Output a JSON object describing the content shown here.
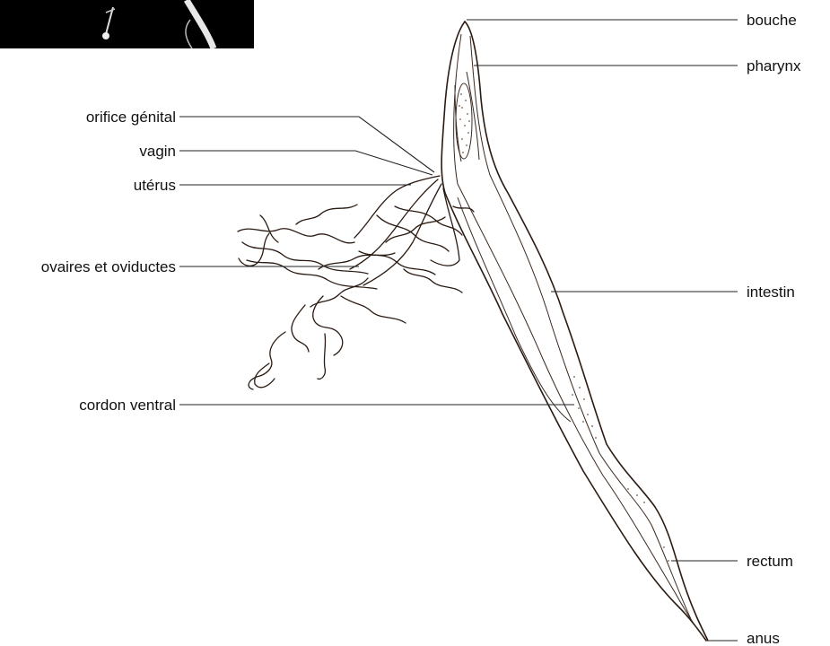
{
  "labels": {
    "bouche": "bouche",
    "pharynx": "pharynx",
    "orifice_genital": "orifice génital",
    "vagin": "vagin",
    "uterus": "utérus",
    "ovaires": "ovaires et oviductes",
    "intestin": "intestin",
    "cordon_ventral": "cordon ventral",
    "rectum": "rectum",
    "anus": "anus"
  },
  "colors": {
    "ink": "#2a1a12",
    "photo_background": "#000000",
    "label_text": "#111111"
  }
}
